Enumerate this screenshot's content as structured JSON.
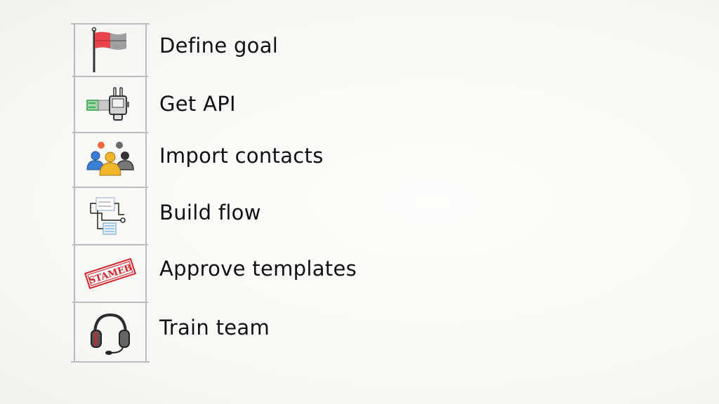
{
  "steps": [
    {
      "label": "Define goal",
      "icon": "flag-icon",
      "colors": {
        "primary": "#e8434a",
        "secondary": "#8a8a8a"
      }
    },
    {
      "label": "Get API",
      "icon": "plug-icon",
      "colors": {
        "primary": "#3cab4e",
        "secondary": "#7d7d7d"
      }
    },
    {
      "label": "Import contacts",
      "icon": "people-group-icon",
      "colors": {
        "blue": "#3b7fd4",
        "orange": "#ef6a3f",
        "yellow": "#f2b62c",
        "gray": "#5a5a5a"
      }
    },
    {
      "label": "Build flow",
      "icon": "flowchart-icon",
      "colors": {
        "primary": "#222222",
        "accent": "#5b9bd5"
      }
    },
    {
      "label": "Approve templates",
      "icon": "stamp-icon",
      "stamp_text": "STAMEB",
      "colors": {
        "primary": "#d2232a"
      }
    },
    {
      "label": "Train team",
      "icon": "headset-icon",
      "colors": {
        "primary": "#2d2d2d",
        "accent": "#d2232a"
      }
    }
  ]
}
